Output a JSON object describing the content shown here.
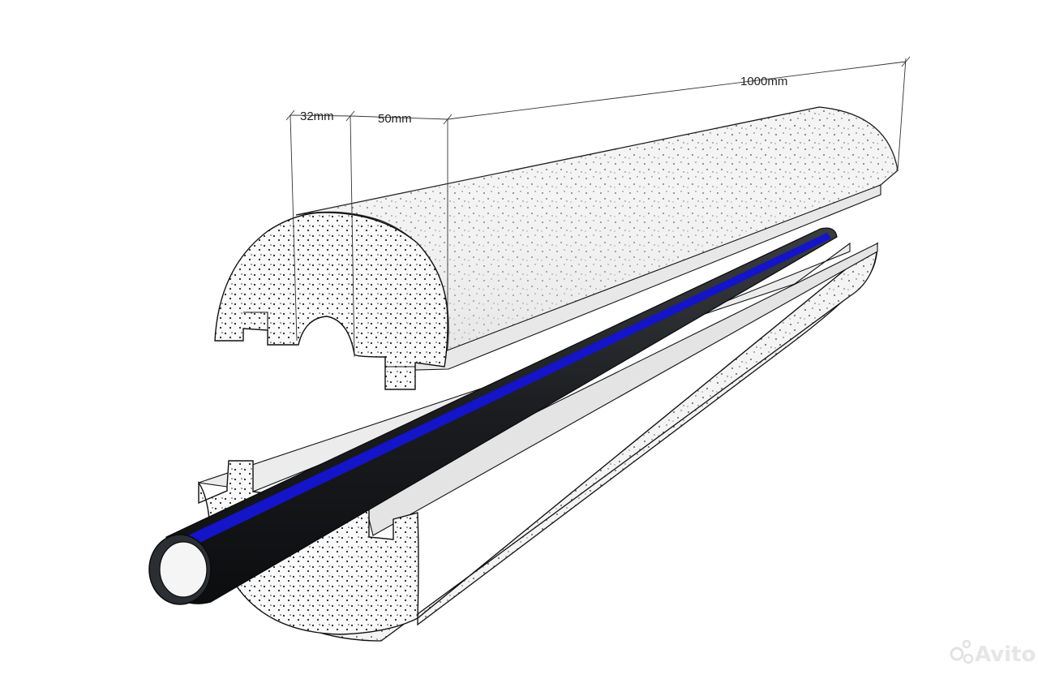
{
  "dimensions": {
    "wall_thickness": "32mm",
    "lock_width": "50mm",
    "length": "1000mm"
  },
  "watermark": {
    "text": "Avito"
  },
  "colors": {
    "foam": "#f3f3f3",
    "foam_dots": "#2a2a2a",
    "pipe": "#1d1f22",
    "pipe_stripe": "#1414c8",
    "outline": "#111111"
  }
}
